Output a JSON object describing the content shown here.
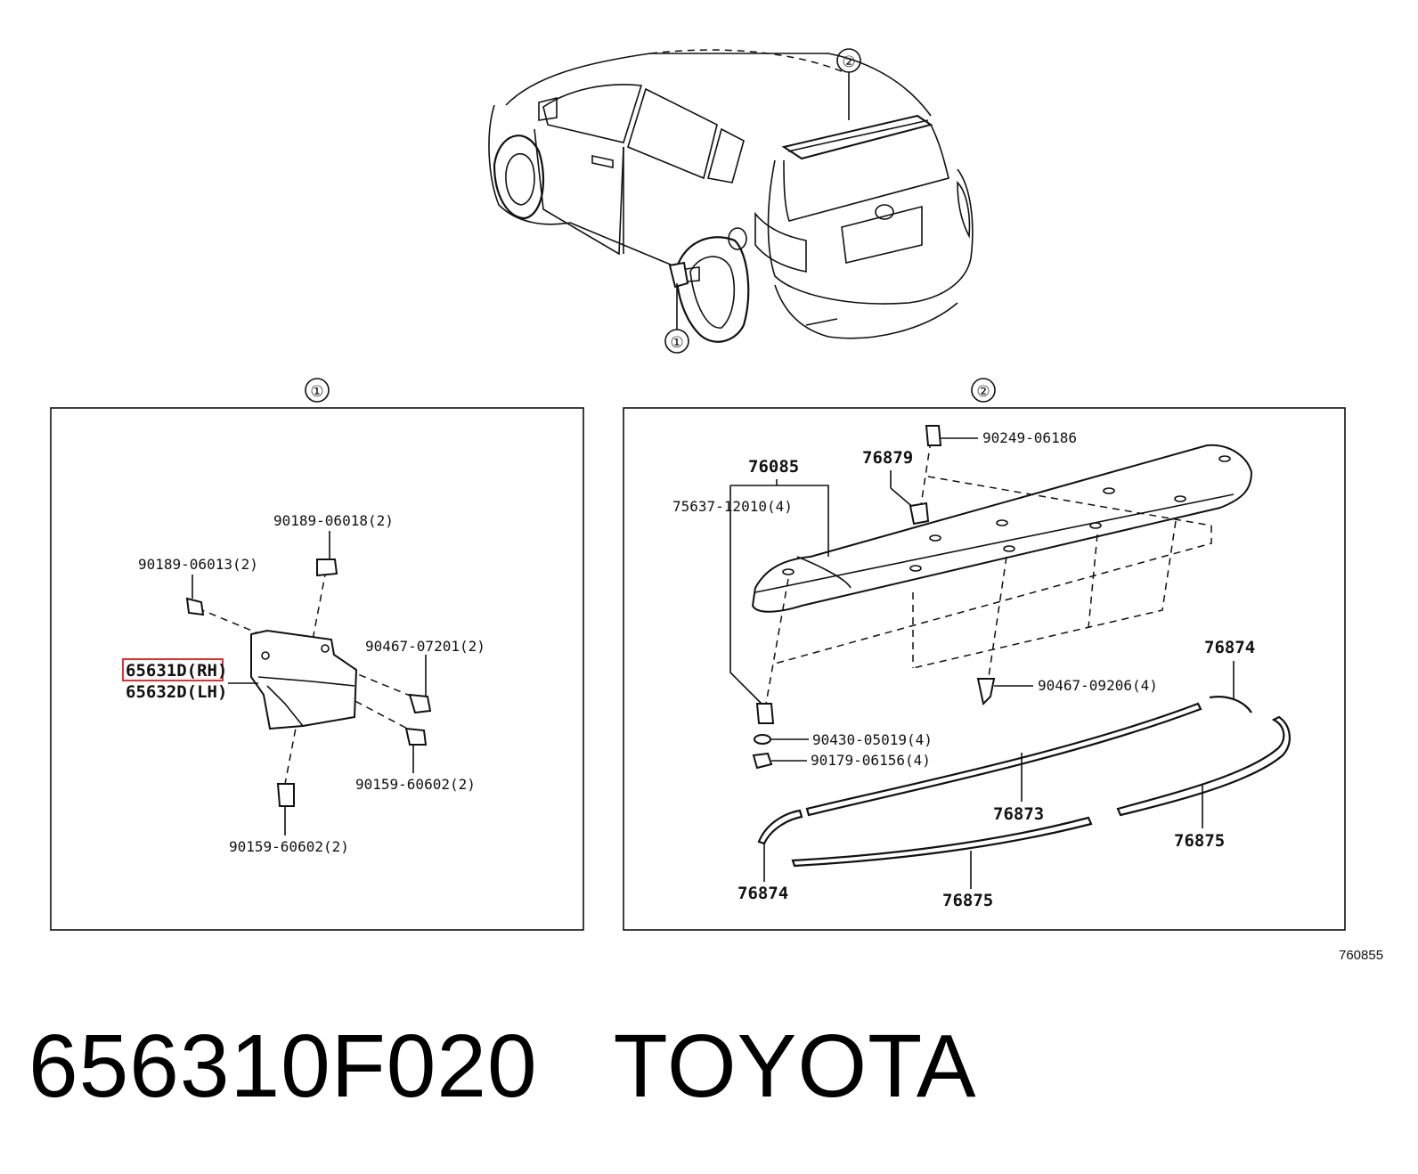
{
  "callouts": {
    "one": "①",
    "two": "②"
  },
  "section1": {
    "bolt_top": "90189-06018(2)",
    "bolt_left": "90189-06013(2)",
    "mudguard_rh": "65631D(RH)",
    "mudguard_lh": "65632D(LH)",
    "clip_right": "90467-07201(2)",
    "screw_right": "90159-60602(2)",
    "screw_bottom": "90159-60602(2)"
  },
  "section2": {
    "spoiler": "76085",
    "stud": "76879",
    "top_nut": "90249-06186",
    "bolt_left": "75637-12010(4)",
    "clip": "90467-09206(4)",
    "washer": "90430-05019(4)",
    "nut": "90179-06156(4)",
    "seal_top_right": "76874",
    "seal_mid": "76873",
    "seal_right": "76875",
    "seal_left": "76874",
    "seal_bottom": "76875"
  },
  "reference_code": "760855",
  "footer": {
    "part_number": "656310F020",
    "brand": "TOYOTA"
  },
  "colors": {
    "highlight": "#e03030",
    "ink": "#111111"
  }
}
